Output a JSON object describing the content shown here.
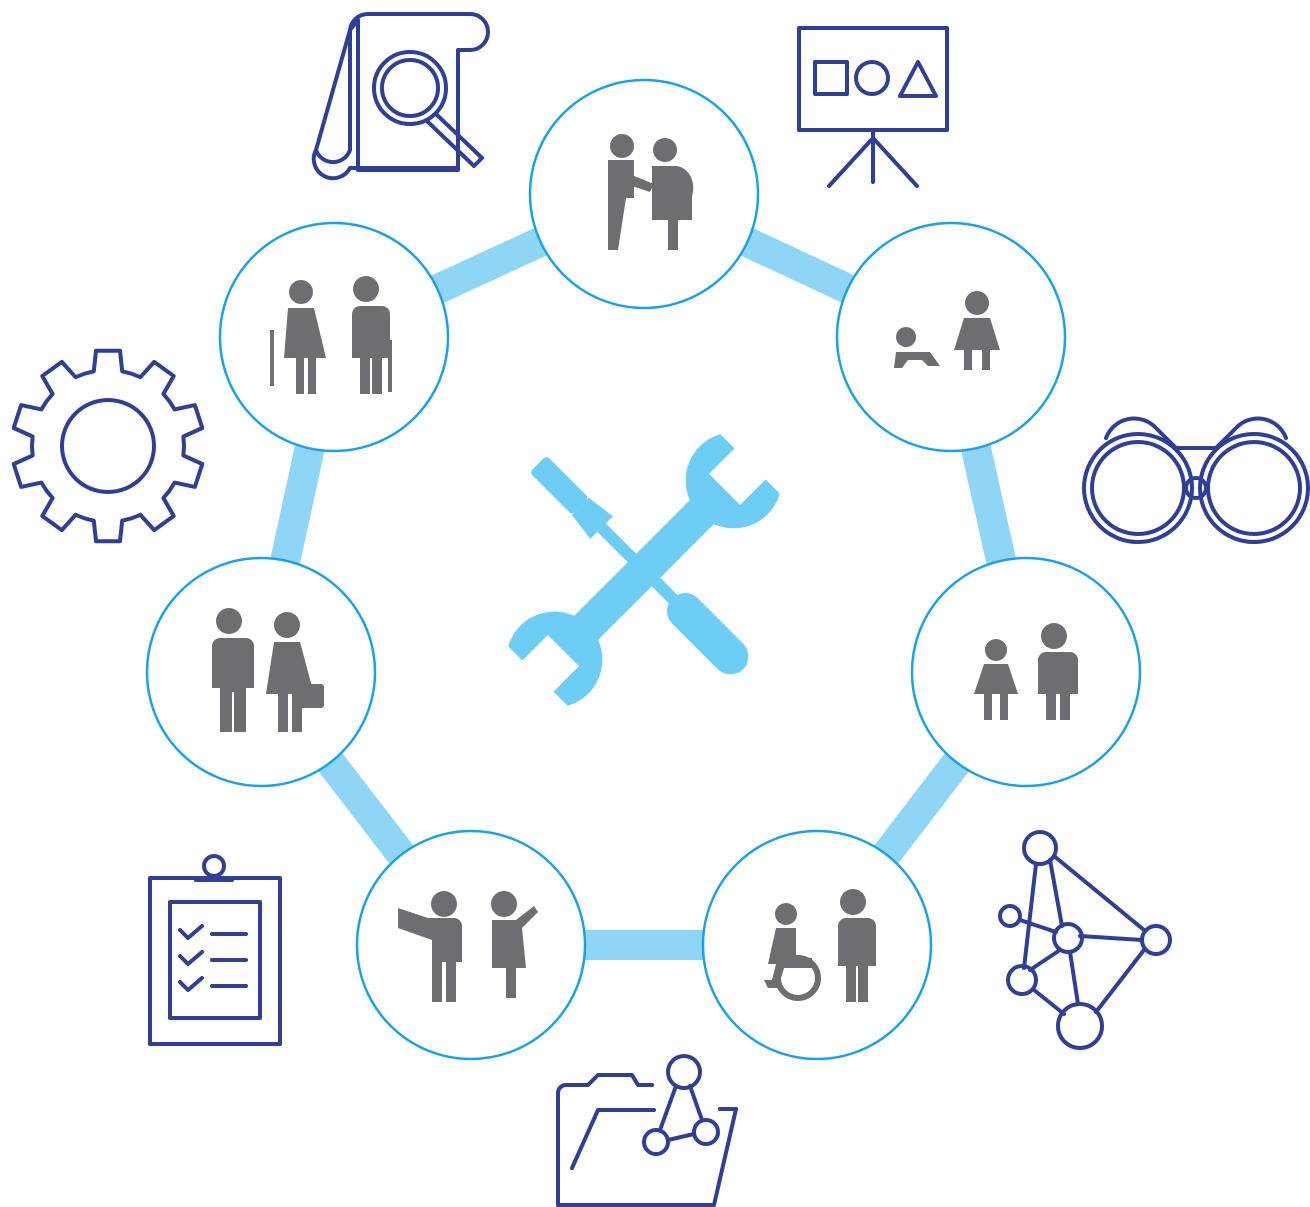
{
  "colors": {
    "ring": "#8fd6f6",
    "node_border": "#1ba2e6",
    "people": "#6d6e71",
    "outline_icons": "#2e3f95",
    "center_tools": "#6dcdf5"
  },
  "center": {
    "icon": "wrench-screwdriver-icon"
  },
  "life_stages": [
    {
      "id": "pregnancy",
      "icon": "pregnant-couple-icon"
    },
    {
      "id": "infant-child",
      "icon": "baby-and-child-icon"
    },
    {
      "id": "children",
      "icon": "children-icon"
    },
    {
      "id": "disability",
      "icon": "wheelchair-person-icon"
    },
    {
      "id": "adolescents",
      "icon": "teenagers-icon"
    },
    {
      "id": "working-adults",
      "icon": "working-adults-icon"
    },
    {
      "id": "older-adults",
      "icon": "elderly-couple-icon"
    }
  ],
  "outer_icons": [
    "document-search-icon",
    "presentation-board-icon",
    "binoculars-icon",
    "network-icon",
    "folder-network-icon",
    "checklist-clipboard-icon",
    "gear-icon"
  ]
}
